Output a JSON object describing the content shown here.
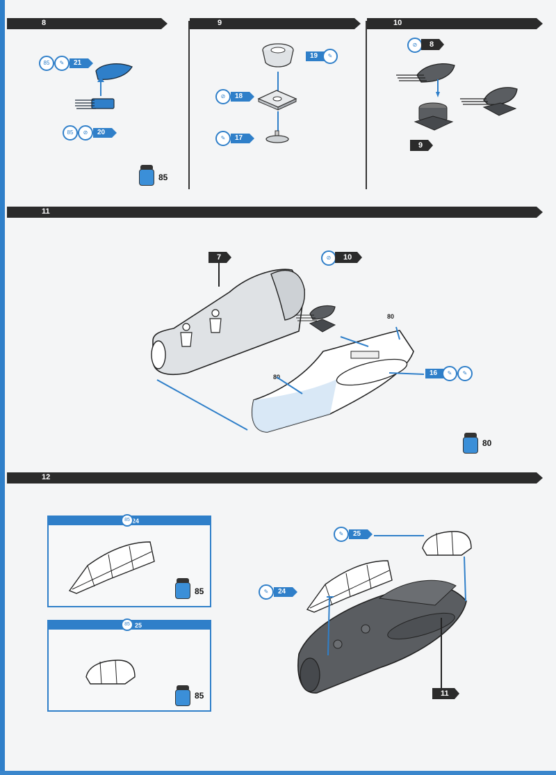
{
  "steps": [
    {
      "number": "8",
      "parts": [
        "85",
        "21",
        "85",
        "20"
      ],
      "paint": "85"
    },
    {
      "number": "9",
      "parts": [
        "19",
        "18",
        "17"
      ]
    },
    {
      "number": "10",
      "refs": [
        "8",
        "9"
      ]
    },
    {
      "number": "11",
      "refs": [
        "7",
        "10"
      ],
      "parts": [
        "16"
      ],
      "paint_labels": [
        "80",
        "80"
      ],
      "paint": "80"
    },
    {
      "number": "12",
      "sub_assemblies": [
        {
          "part": "24",
          "marker": "85",
          "paint": "85"
        },
        {
          "part": "25",
          "marker": "85",
          "paint": "85"
        }
      ],
      "parts": [
        "25",
        "24"
      ],
      "refs": [
        "11"
      ]
    }
  ],
  "colors": {
    "accent_blue": "#2f7fc9",
    "bar_dark": "#2b2b2b",
    "part_gray": "#5a5d61",
    "paint_blue": "#3b8fd8"
  }
}
